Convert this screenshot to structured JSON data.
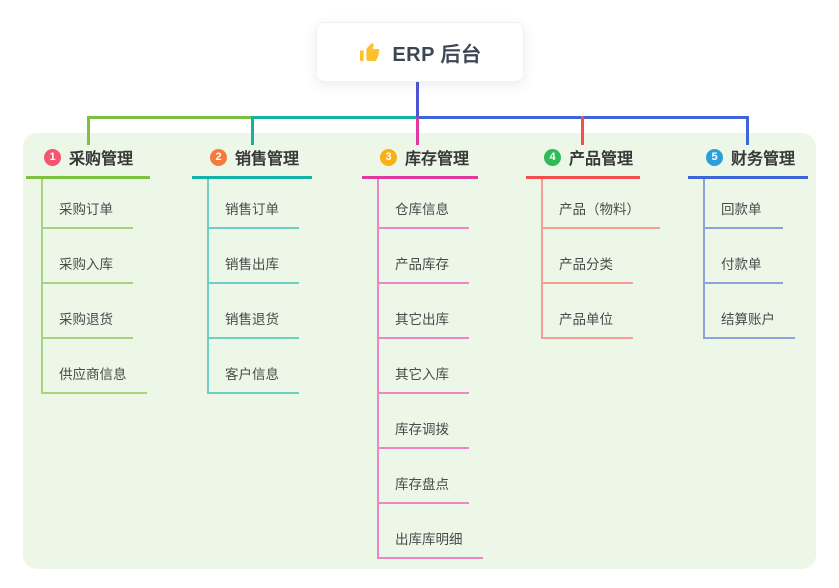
{
  "root": {
    "title": "ERP 后台",
    "icon": "thumbs-up-icon"
  },
  "branches": [
    {
      "index": "1",
      "label": "采购管理",
      "badge_color": "#f4566f",
      "line_color": "#7cc140",
      "light_color": "#a9d47f",
      "children": [
        "采购订单",
        "采购入库",
        "采购退货",
        "供应商信息"
      ]
    },
    {
      "index": "2",
      "label": "销售管理",
      "badge_color": "#f57b3d",
      "line_color": "#12b2a6",
      "light_color": "#6fcdc3",
      "children": [
        "销售订单",
        "销售出库",
        "销售退货",
        "客户信息"
      ]
    },
    {
      "index": "3",
      "label": "库存管理",
      "badge_color": "#f8b016",
      "line_color": "#e03a9e",
      "light_color": "#ee86c3",
      "children": [
        "仓库信息",
        "产品库存",
        "其它出库",
        "其它入库",
        "库存调拨",
        "库存盘点",
        "出库库明细"
      ]
    },
    {
      "index": "4",
      "label": "产品管理",
      "badge_color": "#31ba58",
      "line_color": "#f34f4f",
      "light_color": "#f79d94",
      "children": [
        "产品（物料）",
        "产品分类",
        "产品单位"
      ]
    },
    {
      "index": "5",
      "label": "财务管理",
      "badge_color": "#2b9fd8",
      "line_color": "#3f66d8",
      "light_color": "#8ba3dd",
      "children": [
        "回款单",
        "付款单",
        "结算账户"
      ]
    }
  ],
  "colors": {
    "trunk": "#4b55d5",
    "panel_bg": "#ecf7e8",
    "canvas_bg": "#ffffff",
    "root_text": "#3d4653",
    "thumb_icon": "#fbc02d"
  }
}
